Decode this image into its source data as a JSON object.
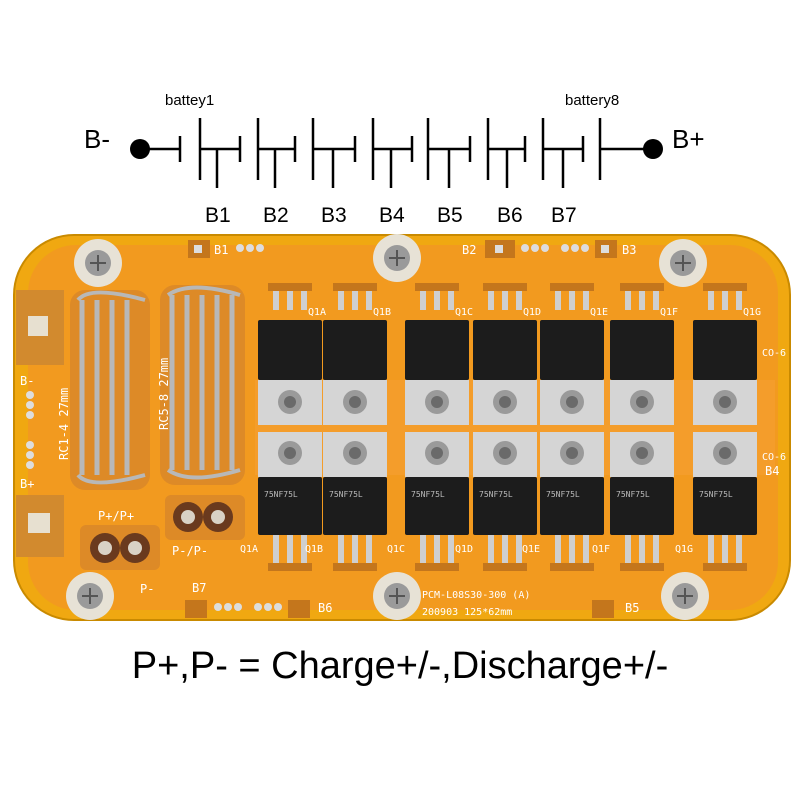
{
  "schematic": {
    "negative_terminal": "B-",
    "positive_terminal": "B+",
    "first_cell_label": "battey1",
    "last_cell_label": "battery8",
    "taps": [
      "B1",
      "B2",
      "B3",
      "B4",
      "B5",
      "B6",
      "B7"
    ]
  },
  "board": {
    "pads": {
      "b1": "B1",
      "b2": "B2",
      "b3": "B3",
      "b4": "B4",
      "b5": "B5",
      "b6": "B6",
      "b7": "B7",
      "bminus": "B-",
      "bplus": "B+",
      "pplus": "P+/P+",
      "pminus": "P-/P-",
      "pminus_small": "P-",
      "co6_top": "CO-6",
      "co6_bottom": "CO-6"
    },
    "resistor_left": "RC1-4 27mm",
    "resistor_right": "RC5-8 27mm",
    "mosfets_top": [
      "Q1A",
      "Q1B",
      "Q1C",
      "Q1D",
      "Q1E",
      "Q1F",
      "Q1G"
    ],
    "mosfets_bottom": [
      "Q1A",
      "Q1B",
      "Q1C",
      "Q1D",
      "Q1E",
      "Q1F",
      "Q1G"
    ],
    "model": "PCM-L08S30-300 (A)",
    "date_size": "200903 125*62mm",
    "mosfet_part": "75NF75L",
    "colors": {
      "board": "#f29a1f",
      "pcb_edge": "#e8a300",
      "mosfet": "#1c1c1c",
      "heatsink": "#cfcfcf"
    }
  },
  "caption": "P+,P- = Charge+/-,Discharge+/-"
}
